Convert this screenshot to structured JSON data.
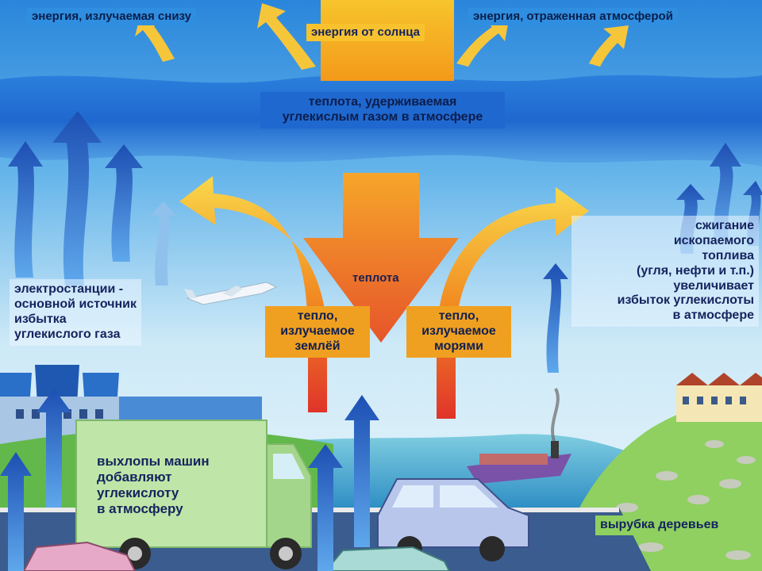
{
  "labels": {
    "top_left": "энергия, излучаемая снизу",
    "top_center": "энергия от солнца",
    "top_right": "энергия, отраженная атмосферой",
    "co2_layer_line1": "теплота, удерживаемая",
    "co2_layer_line2": "углекислым газом в атмосфере",
    "heat": "теплота",
    "earth_heat_line1": "тепло,",
    "earth_heat_line2": "излучаемое",
    "earth_heat_line3": "землёй",
    "sea_heat_line1": "тепло,",
    "sea_heat_line2": "излучаемое",
    "sea_heat_line3": "морями",
    "power_line1": "электростанции -",
    "power_line2": "основной источник",
    "power_line3": "избытка",
    "power_line4": "углекислого газа",
    "fuel_line1": "сжигание",
    "fuel_line2": "ископаемого",
    "fuel_line3": "топлива",
    "fuel_line4": "(угля, нефти и т.п.)",
    "fuel_line5": "увеличивает",
    "fuel_line6": "избыток углекислоты",
    "fuel_line7": "в атмосфере",
    "cars_line1": "выхлопы машин",
    "cars_line2": "добавляют",
    "cars_line3": "углекислоту",
    "cars_line4": "в атмосферу",
    "deforest": "вырубка деревьев"
  },
  "colors": {
    "sky_top": "#2f8ee0",
    "sky_light": "#bfe4f7",
    "co2_band": "#1f6fd4",
    "heat_orange": "#f29a1e",
    "heat_red": "#e24a2a",
    "arrow_yellow": "#f6d24a",
    "arrow_blue": "#2a5fc0",
    "land_green": "#8ccf5a",
    "label_blue": "#2f8ee0",
    "label_orange": "#f0a020"
  }
}
